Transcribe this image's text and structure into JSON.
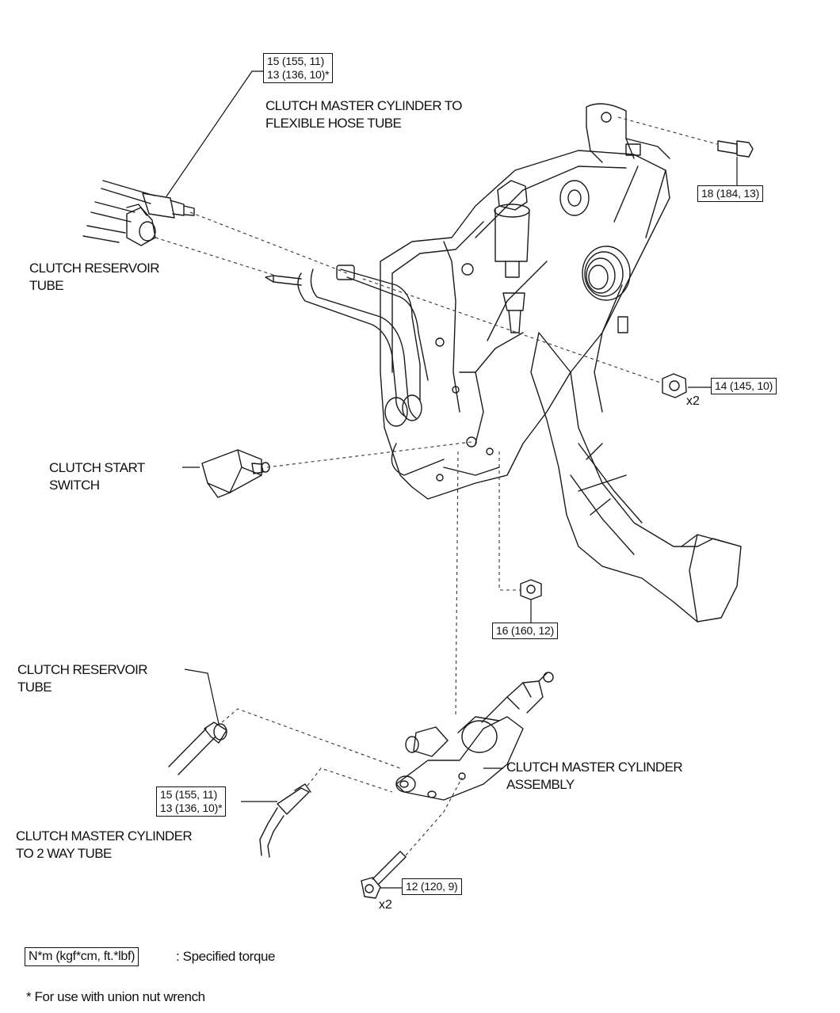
{
  "labels": {
    "master_to_flex_line1": "CLUTCH MASTER CYLINDER TO",
    "master_to_flex_line2": "FLEXIBLE HOSE TUBE",
    "reservoir_top_line1": "CLUTCH RESERVOIR",
    "reservoir_top_line2": "TUBE",
    "start_switch_line1": "CLUTCH START",
    "start_switch_line2": "SWITCH",
    "reservoir_bottom_line1": "CLUTCH RESERVOIR",
    "reservoir_bottom_line2": "TUBE",
    "master_assembly_line1": "CLUTCH MASTER CYLINDER",
    "master_assembly_line2": "ASSEMBLY",
    "master_to_2way_line1": "CLUTCH MASTER CYLINDER",
    "master_to_2way_line2": "TO 2 WAY TUBE"
  },
  "torques": {
    "top_union_line1": "15 (155, 11)",
    "top_union_line2": "13 (136, 10)*",
    "bracket_bolt": "18 (184, 13)",
    "nut_x2": "14 (145, 10)",
    "nut_x2_count": "x2",
    "nut_single": "16 (160, 12)",
    "bottom_union_line1": "15 (155, 11)",
    "bottom_union_line2": "13 (136, 10)*",
    "bolt_x2": "12 (120, 9)",
    "bolt_x2_count": "x2"
  },
  "legend": {
    "unit_box": "N*m (kgf*cm, ft.*lbf)",
    "unit_desc": ": Specified torque",
    "footnote": "* For use with union nut wrench"
  }
}
